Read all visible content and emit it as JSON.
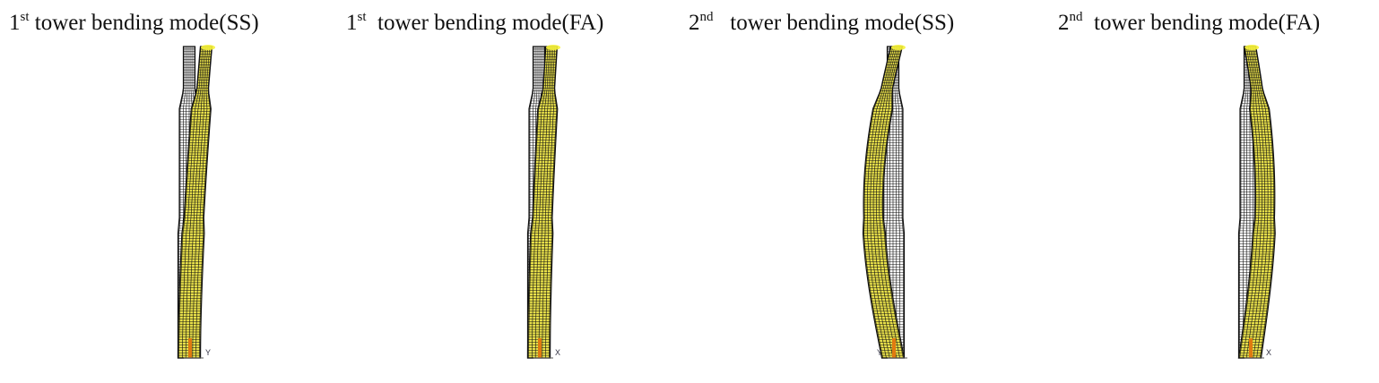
{
  "panels": [
    {
      "num": "1",
      "sup": "st",
      "text": " tower bending mode(SS)",
      "axis_label": "Y"
    },
    {
      "num": "1",
      "sup": "st",
      "text": "  tower bending mode(FA)",
      "axis_label": "X"
    },
    {
      "num": "2",
      "sup": "nd",
      "text": "   tower bending mode(SS)",
      "axis_label": "Y"
    },
    {
      "num": "2",
      "sup": "nd",
      "text": "  tower bending mode(FA)",
      "axis_label": "X"
    }
  ],
  "colors": {
    "deformed": "#e8e04a",
    "mesh": "#111111",
    "undeformed": "#ffffff",
    "tip": "#f6f23a",
    "base_marker": "#e07a10"
  }
}
